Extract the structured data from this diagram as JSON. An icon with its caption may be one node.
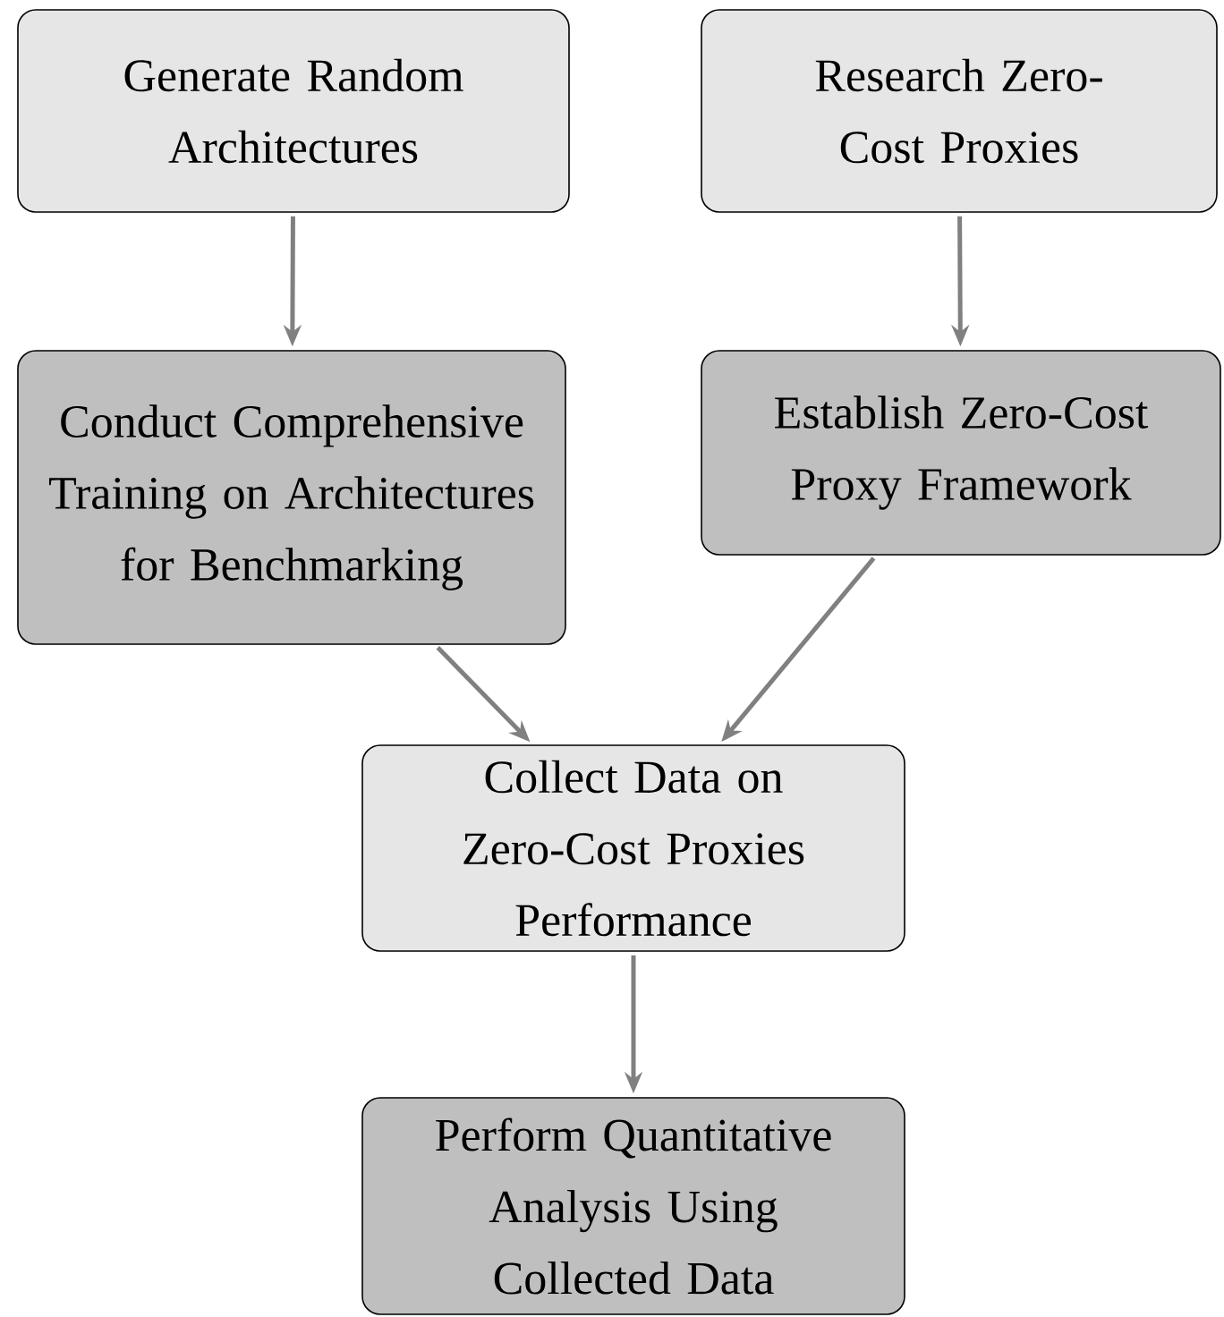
{
  "diagram": {
    "nodes": [
      {
        "text": [
          "Generate Random Architectures"
        ]
      },
      {
        "text": [
          "Research Zero-Cost Proxies"
        ]
      },
      {
        "text": [
          "Conduct Comprehensive Training on Architectures for Benchmarking"
        ]
      },
      {
        "text": [
          "Establish Zero-Cost Proxy Framework"
        ]
      },
      {
        "text": [
          "Collect Data on Zero-Cost Proxies Performance"
        ]
      },
      {
        "text": [
          "Perform Quantitative Analysis Using Collected Data"
        ]
      }
    ],
    "edges": [
      {
        "from": 0,
        "to": 2,
        "arrow": "to"
      },
      {
        "from": 1,
        "to": 3,
        "arrow": "to"
      },
      {
        "from": 2,
        "to": 4,
        "arrow": "to"
      },
      {
        "from": 3,
        "to": 4,
        "arrow": "to"
      },
      {
        "from": 4,
        "to": 5,
        "arrow": "to"
      }
    ]
  }
}
